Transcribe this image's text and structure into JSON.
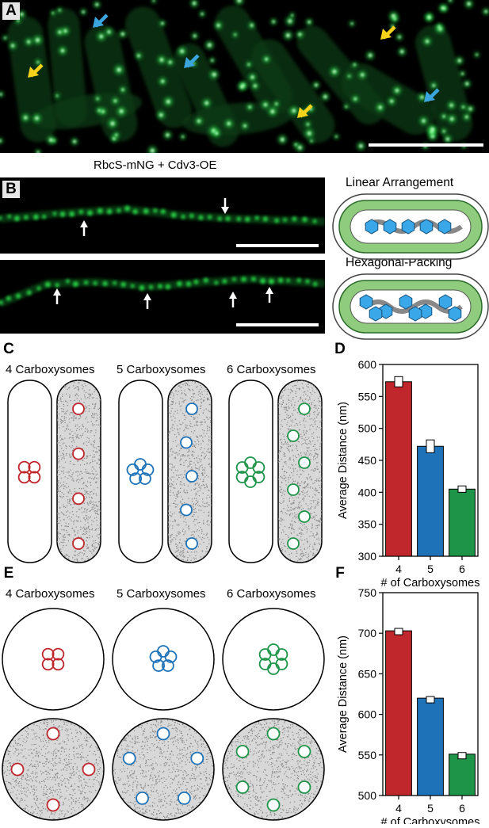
{
  "panels": {
    "A": {
      "label": "A"
    },
    "B": {
      "label": "B",
      "title": "RbcS-mNG + Cdv3-OE",
      "schematic_top": "Linear Arrangement",
      "schematic_bottom": "Hexagonal-Packing"
    },
    "C": {
      "label": "C",
      "groups": [
        "4 Carboxysomes",
        "5 Carboxysomes",
        "6 Carboxysomes"
      ]
    },
    "D": {
      "label": "D"
    },
    "E": {
      "label": "E",
      "groups": [
        "4 Carboxysomes",
        "5 Carboxysomes",
        "6 Carboxysomes"
      ]
    },
    "F": {
      "label": "F"
    }
  },
  "colors": {
    "red": "#c0272d",
    "blue": "#1d72b8",
    "green": "#1e9448",
    "yellow": "#f5d31b",
    "arrow_blue": "#3aa6dd",
    "fluor_green": "#33ff55"
  },
  "chart_data": [
    {
      "panel": "D",
      "type": "bar",
      "categories": [
        "4",
        "5",
        "6"
      ],
      "values": [
        573,
        472,
        405
      ],
      "errors": [
        8,
        10,
        5
      ],
      "ylabel": "Average Distance (nm)",
      "xlabel": "# of Carboxysomes",
      "ylim": [
        300,
        600
      ],
      "yticks": [
        "300",
        "350",
        "400",
        "450",
        "500",
        "550",
        "600"
      ],
      "bar_colors": [
        "#c0272d",
        "#1d72b8",
        "#1e9448"
      ]
    },
    {
      "panel": "F",
      "type": "bar",
      "categories": [
        "4",
        "5",
        "6"
      ],
      "values": [
        703,
        620,
        551
      ],
      "errors": [
        3,
        2,
        2
      ],
      "ylabel": "Average Distance (nm)",
      "xlabel": "# of Carboxysomes",
      "ylim": [
        500,
        750
      ],
      "yticks": [
        "500",
        "550",
        "600",
        "650",
        "700",
        "750"
      ],
      "bar_colors": [
        "#c0272d",
        "#1d72b8",
        "#1e9448"
      ]
    }
  ]
}
